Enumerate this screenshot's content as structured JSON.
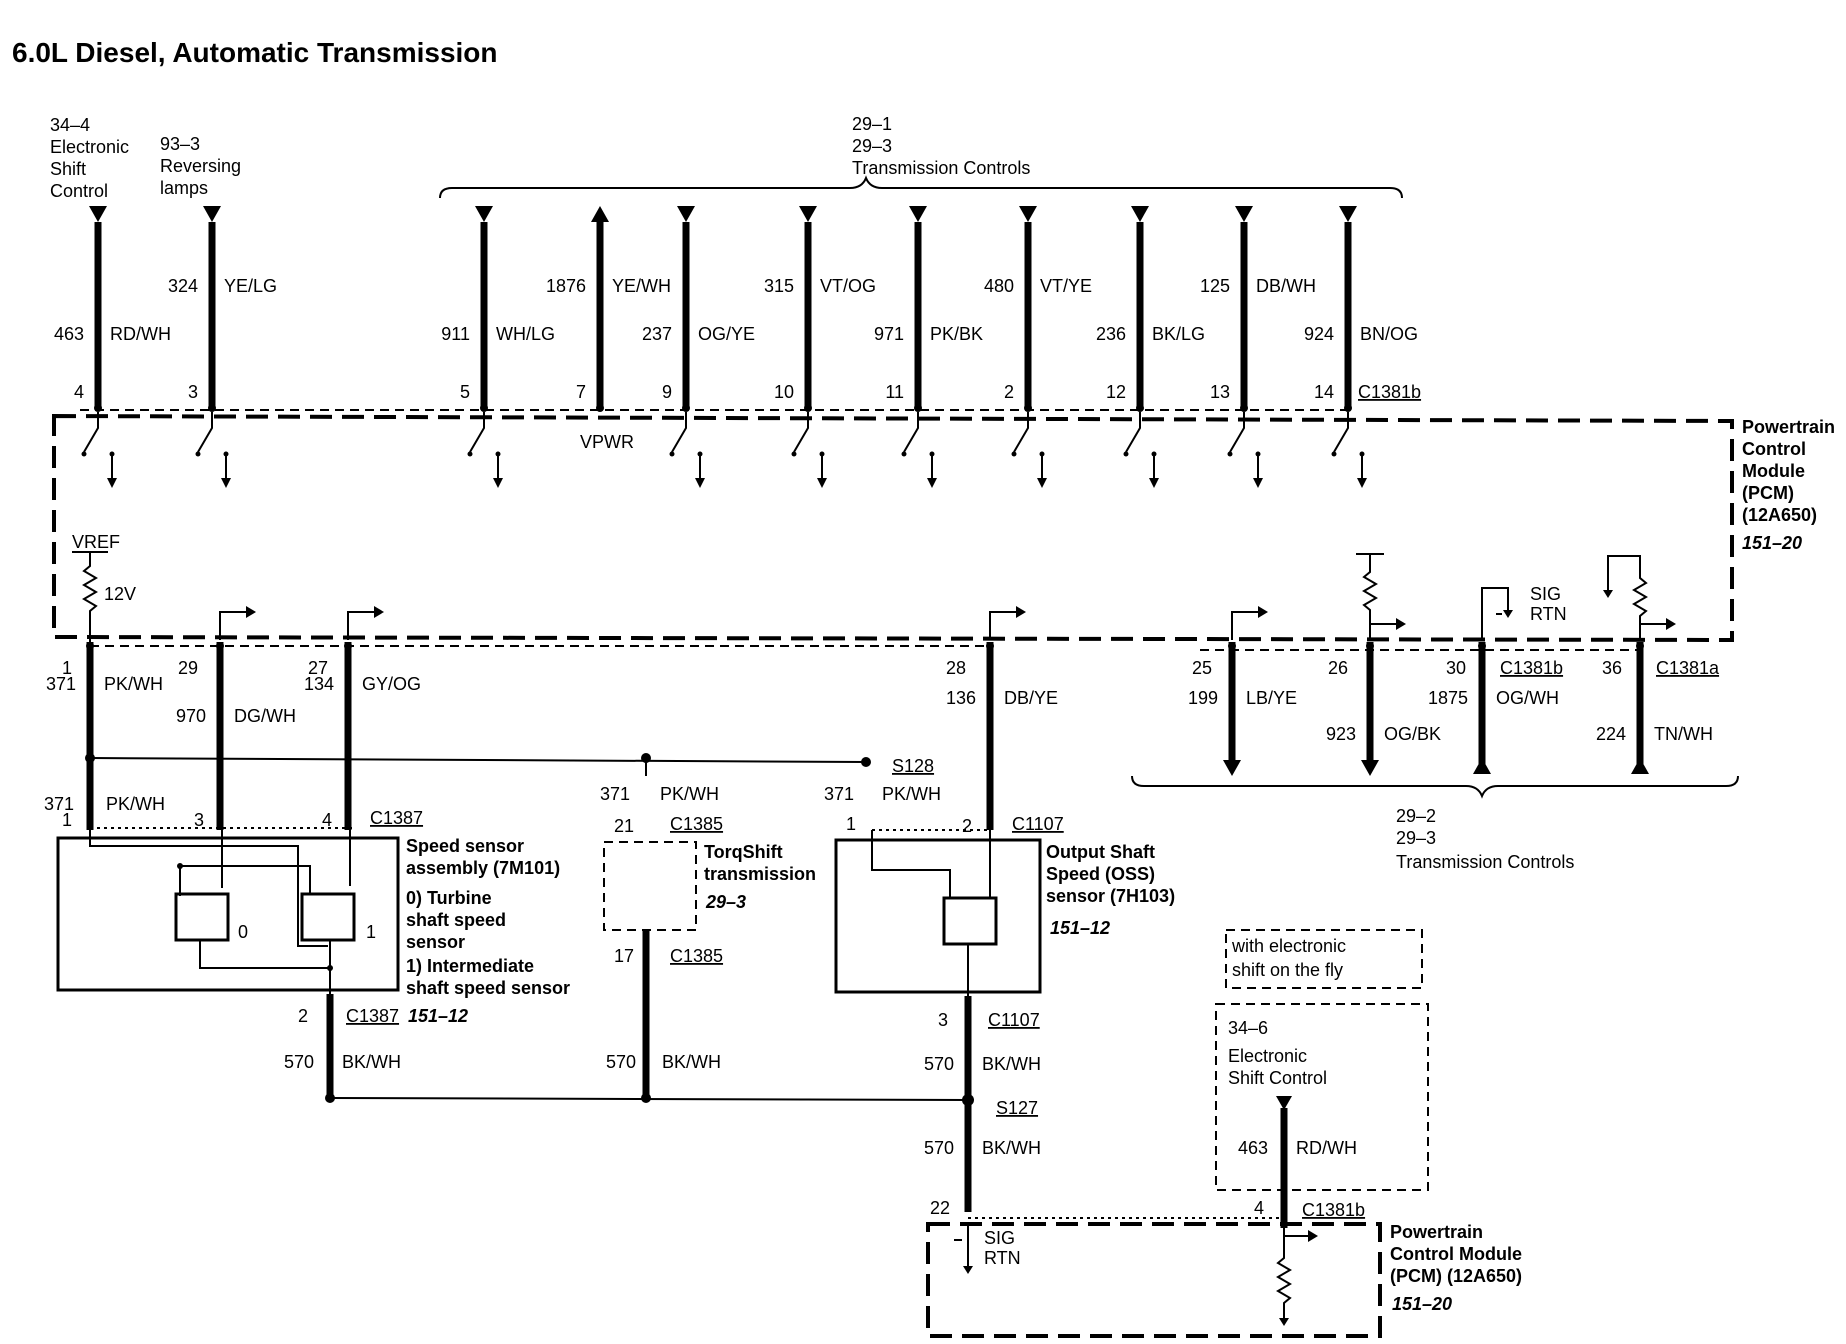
{
  "title": "6.0L Diesel, Automatic Transmission",
  "top_refs": {
    "esc": [
      "34–4",
      "Electronic",
      "Shift",
      "Control"
    ],
    "rev": [
      "93–3",
      "Reversing",
      "lamps"
    ],
    "tc": [
      "29–1",
      "29–3",
      "Transmission Controls"
    ]
  },
  "top_circuits": [
    {
      "circuit": "463",
      "color": "RD/WH",
      "pin": "4"
    },
    {
      "circuit": "324",
      "color": "YE/LG",
      "pin": "3"
    },
    {
      "circuit": "911",
      "color": "WH/LG",
      "pin": "5"
    },
    {
      "circuit": "1876",
      "color": "YE/WH",
      "pin": "7"
    },
    {
      "circuit": "237",
      "color": "OG/YE",
      "pin": "9"
    },
    {
      "circuit": "315",
      "color": "VT/OG",
      "pin": "10"
    },
    {
      "circuit": "971",
      "color": "PK/BK",
      "pin": "11"
    },
    {
      "circuit": "480",
      "color": "VT/YE",
      "pin": "2"
    },
    {
      "circuit": "236",
      "color": "BK/LG",
      "pin": "12"
    },
    {
      "circuit": "125",
      "color": "DB/WH",
      "pin": "13"
    },
    {
      "circuit": "924",
      "color": "BN/OG",
      "pin": "14"
    }
  ],
  "connectors": {
    "c1381b": "C1381b",
    "c1381a": "C1381a",
    "c1387": "C1387",
    "c1385": "C1385",
    "c1107": "C1107",
    "s128": "S128",
    "s127": "S127"
  },
  "pcm": {
    "label": [
      "Powertrain",
      "Control",
      "Module",
      "(PCM)",
      "(12A650)"
    ],
    "ref": "151–20",
    "vpwr": "VPWR",
    "vref": "VREF",
    "v12": "12V",
    "sig_rtn": [
      "SIG",
      "RTN"
    ]
  },
  "mid_circuits": [
    {
      "pin": "1",
      "circuit": "371",
      "color": "PK/WH"
    },
    {
      "pin": "29",
      "circuit": "970",
      "color": "DG/WH"
    },
    {
      "pin": "27",
      "circuit": "134",
      "color": "GY/OG"
    },
    {
      "pin": "28",
      "circuit": "136",
      "color": "DB/YE"
    },
    {
      "pin": "25",
      "circuit": "199",
      "color": "LB/YE"
    },
    {
      "pin": "26",
      "circuit": "923",
      "color": "OG/BK"
    },
    {
      "pin": "30",
      "circuit": "1875",
      "color": "OG/WH"
    },
    {
      "pin": "36",
      "circuit": "224",
      "color": "TN/WH"
    }
  ],
  "tc2": [
    "29–2",
    "29–3",
    "Transmission Controls"
  ],
  "speed_sensor": {
    "label": [
      "Speed sensor",
      "assembly (7M101)",
      "0) Turbine",
      "shaft speed",
      "sensor",
      "1) Intermediate",
      "shaft speed sensor"
    ],
    "ref": "151–12",
    "pins_top": [
      "1",
      "3",
      "4"
    ],
    "pin_bottom": "2",
    "sensor_ids": [
      "0",
      "1"
    ]
  },
  "torqshift": {
    "label": [
      "TorqShift",
      "transmission"
    ],
    "ref": "29–3",
    "pin_top": "21",
    "pin_bottom": "17"
  },
  "oss": {
    "label": [
      "Output Shaft",
      "Speed (OSS)",
      "sensor (7H103)"
    ],
    "ref": "151–12",
    "pins_top": [
      "1",
      "2"
    ],
    "pin_bottom": "3"
  },
  "pkwh": {
    "circuit": "371",
    "color": "PK/WH"
  },
  "bkwh": {
    "circuit": "570",
    "color": "BK/WH"
  },
  "esof": {
    "note": [
      "with electronic",
      "shift on the fly"
    ],
    "ref": [
      "34–6",
      "Electronic",
      "Shift Control"
    ],
    "circuit": "463",
    "color": "RD/WH",
    "pin": "4"
  },
  "pcm2": {
    "label": [
      "Powertrain",
      "Control Module",
      "(PCM) (12A650)"
    ],
    "ref": "151–20",
    "pin": "22",
    "sig_rtn": [
      "SIG",
      "RTN"
    ]
  }
}
